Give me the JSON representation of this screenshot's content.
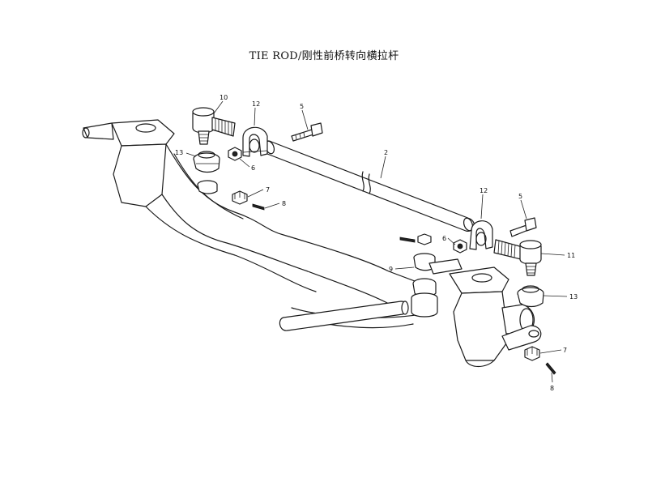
{
  "title": "TIE ROD/刚性前桥转向横拉杆",
  "callouts": {
    "c10": "10",
    "c12a": "12",
    "c5a": "5",
    "c13a": "13",
    "c6a": "6",
    "c7a": "7",
    "c8a": "8",
    "c2": "2",
    "c12b": "12",
    "c5b": "5",
    "c6b": "6",
    "c9": "9",
    "c11": "11",
    "c13b": "13",
    "c7b": "7",
    "c8b": "8"
  }
}
